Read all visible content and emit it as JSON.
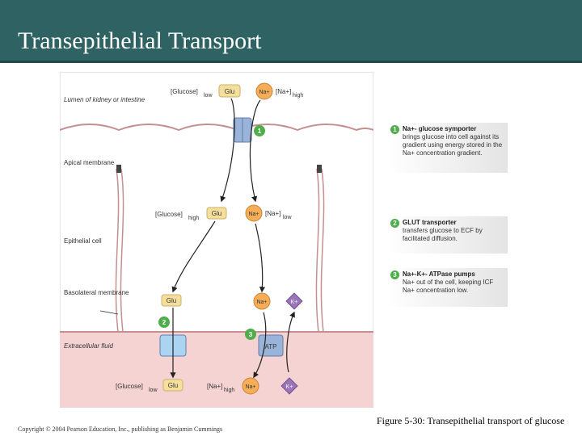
{
  "slide": {
    "title": "Transepithelial Transport"
  },
  "diagram": {
    "lumen_label": "Lumen of kidney or intestine",
    "apical_label": "Apical membrane",
    "epithelial_label": "Epithelial cell",
    "basolateral_label": "Basolateral membrane",
    "ecf_label": "Extracellular fluid",
    "top_glucose": "[Glucose]",
    "top_glucose_sub": "low",
    "top_na": "[Na+]",
    "top_na_sub": "high",
    "mid_glucose": "[Glucose]",
    "mid_glucose_sub": "high",
    "mid_na": "[Na+]",
    "mid_na_sub": "low",
    "bot_glucose": "[Glucose]",
    "bot_glucose_sub": "low",
    "bot_na": "[Na+]",
    "bot_na_sub": "high",
    "glu": "Glu",
    "na": "Na+",
    "k": "K+",
    "atp": "ATP",
    "n1": "1",
    "n2": "2",
    "n3": "3",
    "colors": {
      "ecf": "#f6d3d3",
      "cell": "#ffffff",
      "glu": "#f5df9d",
      "na": "#f5ad58",
      "k": "#9a75b7",
      "transporter": "#9ab3d8",
      "badge": "#4fae4b"
    }
  },
  "callouts": [
    {
      "num": "1",
      "title": "Na+- glucose symporter",
      "body": "brings glucose into cell against its gradient using energy stored in the Na+ concentration gradient."
    },
    {
      "num": "2",
      "title": "GLUT transporter",
      "body": "transfers glucose to ECF by facilitated diffusion."
    },
    {
      "num": "3",
      "title": "Na+-K+- ATPase pumps",
      "body": "Na+ out of the cell, keeping ICF Na+ concentration low."
    }
  ],
  "footer": {
    "copyright": "Copyright © 2004 Pearson Education, Inc., publishing as Benjamin Cummings",
    "caption": "Figure 5-30: Transepithelial transport of glucose"
  }
}
